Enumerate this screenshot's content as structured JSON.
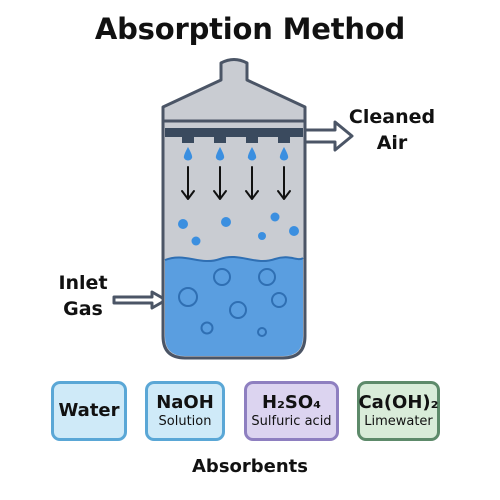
{
  "title": "Absorption Method",
  "labels": {
    "cleaned_line1": "Cleaned",
    "cleaned_line2": "Air",
    "inlet_line1": "Inlet",
    "inlet_line2": "Gas"
  },
  "absorbents": [
    {
      "main": "Water",
      "sub": "",
      "fill": "#cfeaf8",
      "border": "#5aa7d6"
    },
    {
      "main": "NaOH",
      "sub": "Solution",
      "fill": "#cfeaf8",
      "border": "#5aa7d6"
    },
    {
      "main": "H₂SO₄",
      "sub": "Sulfuric acid",
      "fill": "#dcd4f0",
      "border": "#8e7fc0"
    },
    {
      "main": "Ca(OH)₂",
      "sub": "Limewater",
      "fill": "#d9ecd9",
      "border": "#5d8a6a"
    }
  ],
  "absorbents_caption": "Absorbents",
  "colors": {
    "vessel_gray": "#c9ccd2",
    "outline": "#4b5566",
    "liquid_blue": "#5a9ee0",
    "drop_blue": "#3b8fe0",
    "nozzle": "#3a4a5e"
  }
}
